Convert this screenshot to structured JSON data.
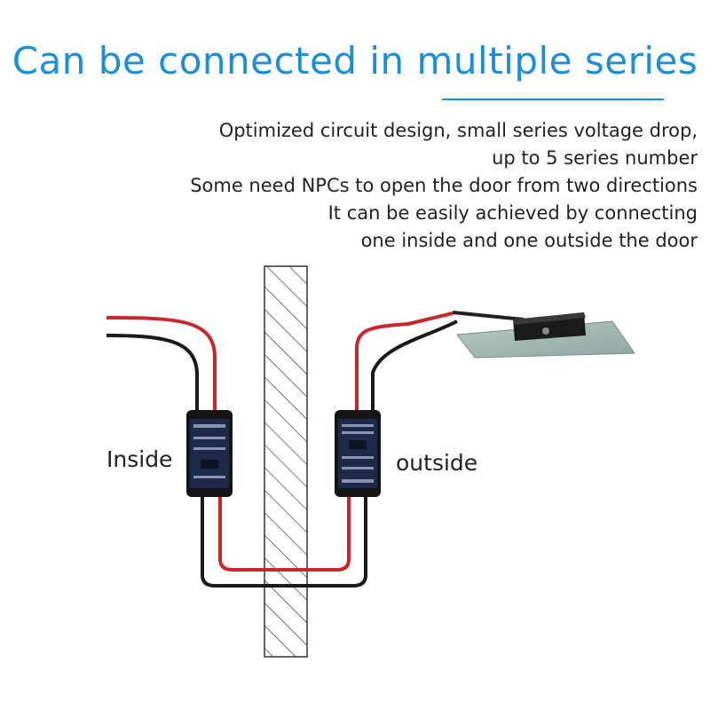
{
  "title": "Can be connected in multiple series",
  "description": [
    "Optimized circuit design, small series voltage drop,",
    "up to 5 series number",
    "Some need NPCs to open the door from two directions",
    "It can be easily achieved by connecting",
    "one inside and one outside the door"
  ],
  "labels": {
    "inside": "Inside",
    "outside": "outside"
  },
  "colors": {
    "accent": "#1a8fd8",
    "wire_red": "#c8282c",
    "wire_black": "#1a1a1a",
    "module_body": "#1e2a4a",
    "module_case": "#151515"
  }
}
